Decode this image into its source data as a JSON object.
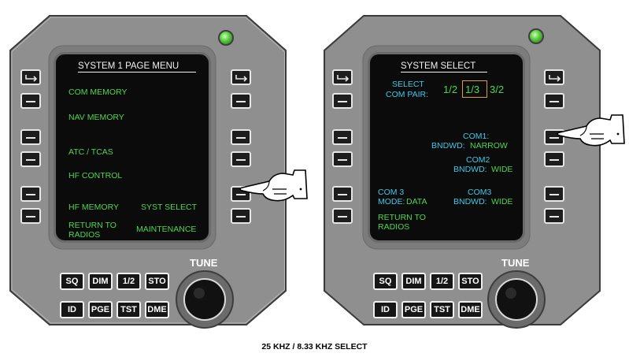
{
  "left_panel": {
    "title": "SYSTEM 1 PAGE MENU",
    "menu": {
      "com_memory": "COM MEMORY",
      "nav_memory": "NAV MEMORY",
      "atc_tcas": "ATC / TCAS",
      "hf_control": "HF CONTROL",
      "hf_memory": "HF MEMORY",
      "syst_select": "SYST SELECT",
      "return_line1": "RETURN TO",
      "return_line2": "RADIOS",
      "maintenance": "MAINTENANCE"
    },
    "tune_label": "TUNE",
    "keys": [
      "SQ",
      "DIM",
      "1/2",
      "STO",
      "ID",
      "PGE",
      "TST",
      "DME"
    ]
  },
  "right_panel": {
    "title": "SYSTEM SELECT",
    "select_line1": "SELECT",
    "select_line2": "COM PAIR:",
    "pairs": [
      "1/2",
      "1/3",
      "3/2"
    ],
    "selected_pair": "1/3",
    "com1_label": "COM1:",
    "com1_bndwd_label": "BNDWD:",
    "com1_bndwd_value": "NARROW",
    "com2_label": "COM2",
    "com2_bndwd_label": "BNDWD:",
    "com2_bndwd_value": "WIDE",
    "com3_left_label": "COM 3",
    "com3_mode_label": "MODE:",
    "com3_mode_value": "DATA",
    "com3_label": "COM3",
    "com3_bndwd_label": "BNDWD:",
    "com3_bndwd_value": "WIDE",
    "return_line1": "RETURN TO",
    "return_line2": "RADIOS",
    "tune_label": "TUNE",
    "keys": [
      "SQ",
      "DIM",
      "1/2",
      "STO",
      "ID",
      "PGE",
      "TST",
      "DME"
    ]
  },
  "caption": "25 KHZ / 8.33 KHZ SELECT",
  "colors": {
    "bezel": "#8f8f8f",
    "screen": "#0b0b0b",
    "green_text": "#4fd64f",
    "cyan_text": "#3fc8e6",
    "selection_box": "#d6a03a",
    "led": "#58c83c"
  },
  "icons": [
    "line-select-arrow-icon",
    "pointing-hand-icon",
    "status-led-icon",
    "tune-knob-icon"
  ]
}
